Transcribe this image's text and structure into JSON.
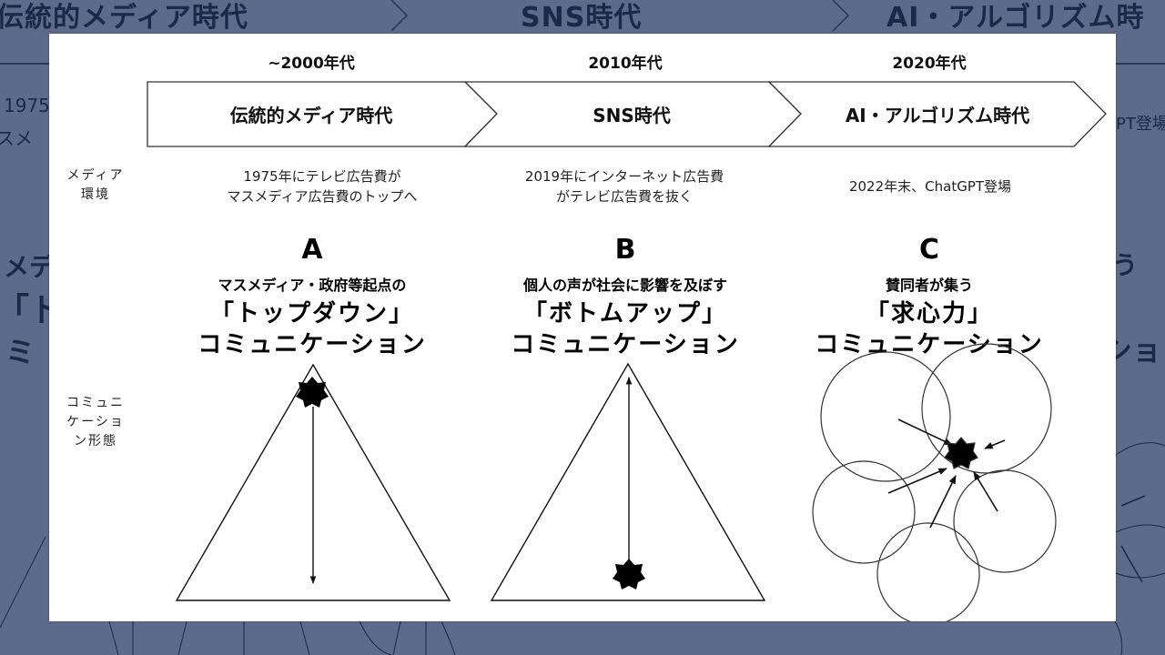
{
  "background": {
    "color": "#5c6a8c",
    "titles": [
      "伝統的メディア時代",
      "SNS時代",
      "AI・アルゴリズム時"
    ],
    "left_fragments": [
      "1975",
      "スメ",
      "メデ",
      "「ト",
      "ミ"
    ],
    "right_fragments": [
      "PT登場",
      "う",
      "ショ"
    ]
  },
  "slide": {
    "eras": [
      {
        "year": "~2000年代",
        "label": "伝統的メディア時代",
        "env": [
          "1975年にテレビ広告費が",
          "マスメディア広告費のトップへ"
        ]
      },
      {
        "year": "2010年代",
        "label": "SNS時代",
        "env": [
          "2019年にインターネット広告費",
          "がテレビ広告費を抜く"
        ]
      },
      {
        "year": "2020年代",
        "label": "AI・アルゴリズム時代",
        "env": [
          "2022年末、ChatGPT登場"
        ]
      }
    ],
    "row_labels": {
      "media_env": [
        "メディア",
        "環境"
      ],
      "comm_form": [
        "コミュニ",
        "ケーショ",
        "ン形態"
      ]
    },
    "types": [
      {
        "letter": "A",
        "sub": "マスメディア・政府等起点の",
        "big1": "「トップダウン」",
        "big2": "コミュニケーション",
        "diagram": "triangle-top-down"
      },
      {
        "letter": "B",
        "sub": "個人の声が社会に影響を及ぼす",
        "big1": "「ボトムアップ」",
        "big2": "コミュニケーション",
        "diagram": "triangle-bottom-up"
      },
      {
        "letter": "C",
        "sub": "賛同者が集う",
        "big1": "「求心力」",
        "big2": "コミュニケーション",
        "diagram": "circles-centripetal"
      }
    ]
  }
}
